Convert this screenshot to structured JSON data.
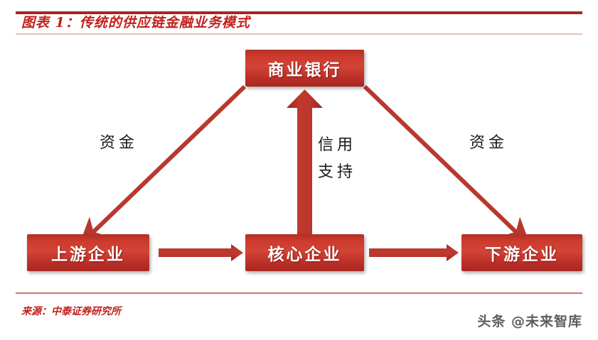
{
  "figure": {
    "title": "图表 1：传统的供应链金融业务模式",
    "source": "来源：中泰证券研究所",
    "watermark": "头条 @未来智库",
    "accent_color": "#C0201C",
    "node_fill_color": "#C8342A",
    "arrow_color": "#B8382F",
    "label_color": "#1A1A1A"
  },
  "diagram": {
    "type": "flow-diagram",
    "nodes": [
      {
        "id": "bank",
        "label": "商业银行"
      },
      {
        "id": "upstream",
        "label": "上游企业"
      },
      {
        "id": "core",
        "label": "核心企业"
      },
      {
        "id": "downstream",
        "label": "下游企业"
      }
    ],
    "edges": [
      {
        "id": "bank-to-upstream",
        "from": "bank",
        "to": "upstream",
        "label": "资金",
        "style": "thin-diagonal-arrow"
      },
      {
        "id": "bank-to-downstream",
        "from": "bank",
        "to": "downstream",
        "label": "资金",
        "style": "thin-diagonal-arrow"
      },
      {
        "id": "core-to-bank",
        "from": "core",
        "to": "bank",
        "label_line1": "信用",
        "label_line2": "支持",
        "style": "thick-block-arrow-up"
      },
      {
        "id": "upstream-to-core",
        "from": "upstream",
        "to": "core",
        "label": "",
        "style": "horizontal-block-arrow"
      },
      {
        "id": "core-to-downstream",
        "from": "core",
        "to": "downstream",
        "label": "",
        "style": "horizontal-block-arrow"
      }
    ]
  }
}
